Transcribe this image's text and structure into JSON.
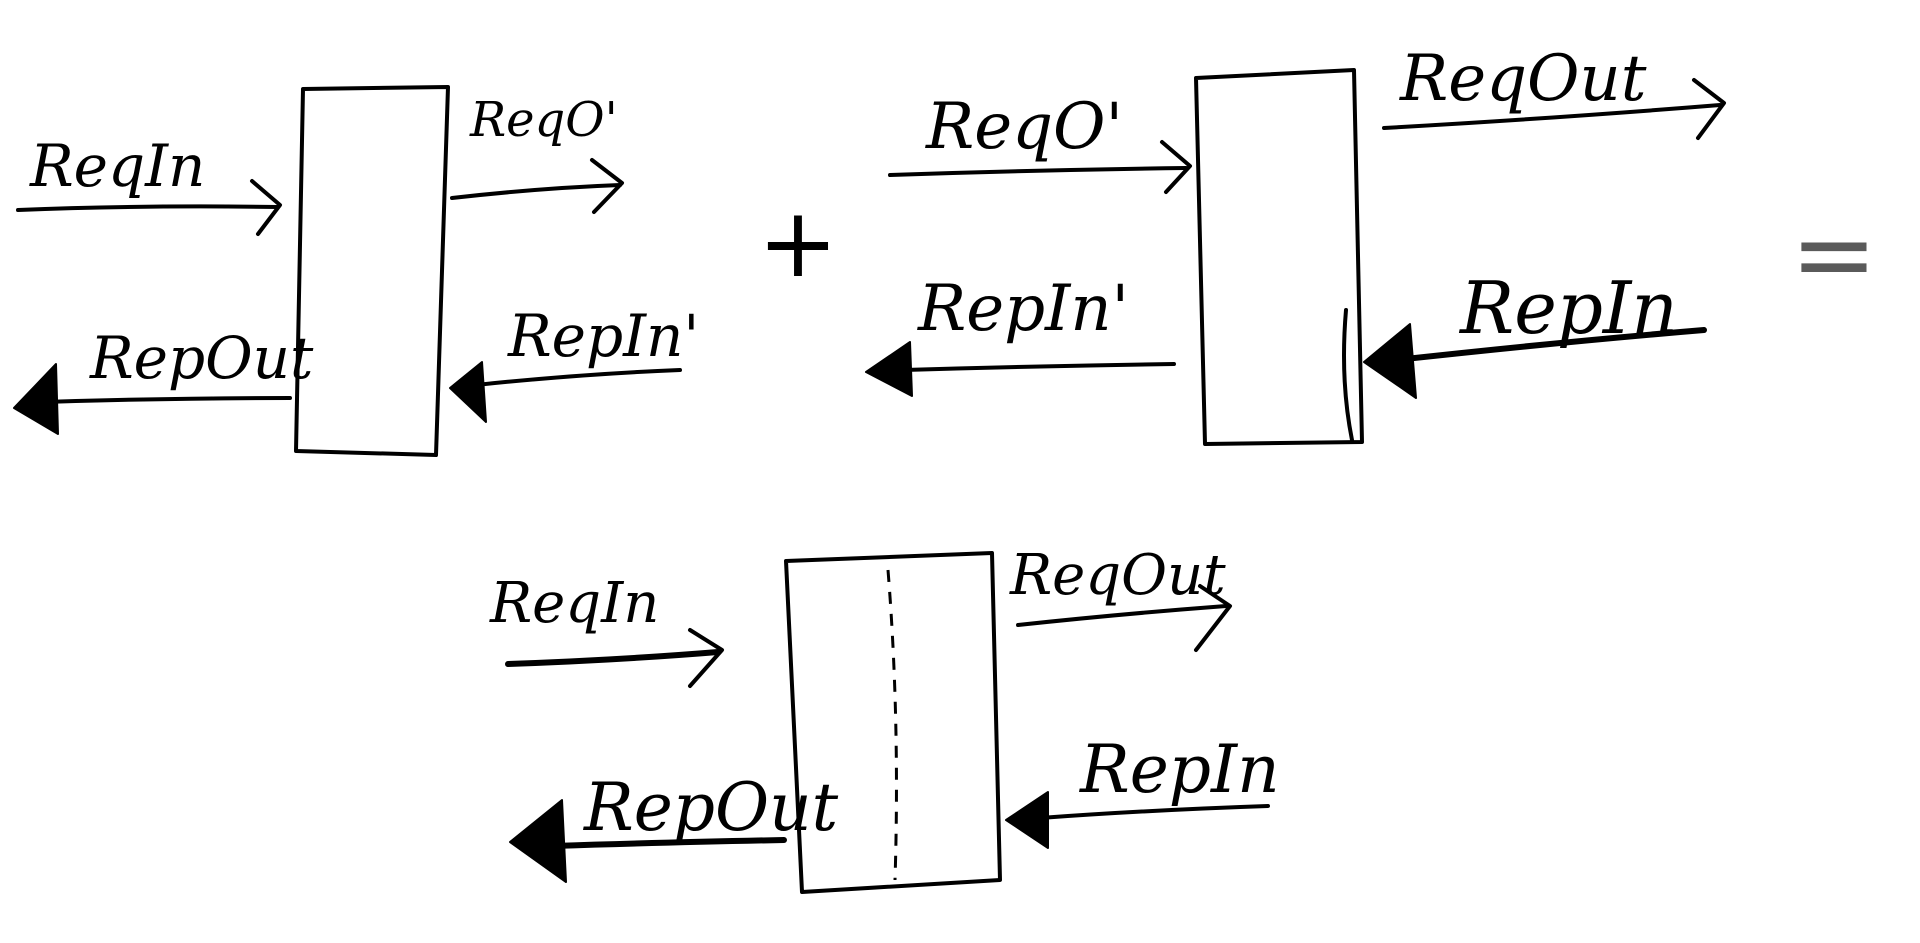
{
  "components": {
    "left": {
      "req_in": "ReqIn",
      "req_out": "ReqO'",
      "rep_in": "RepIn'",
      "rep_out": "RepOut"
    },
    "right": {
      "req_in": "ReqO'",
      "req_out": "ReqOut",
      "rep_in": "RepIn",
      "rep_out": "RepIn'"
    },
    "result": {
      "req_in": "ReqIn",
      "req_out": "ReqOut",
      "rep_in": "RepIn",
      "rep_out": "RepOut"
    }
  },
  "operators": {
    "plus": "+",
    "equals": "="
  },
  "style": {
    "ink": "#000000",
    "background": "#ffffff",
    "equals_color": "#5a5a5a",
    "request_arrow": "open-chevron",
    "reply_arrow": "filled-triangle"
  }
}
